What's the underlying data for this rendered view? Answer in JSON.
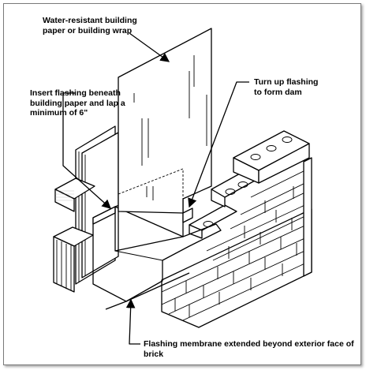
{
  "labels": {
    "wrap": "Water-resistant building\npaper or building wrap",
    "insert": "Insert flashing beneath\nbuilding paper and lap a\nminimum of 6\"",
    "turnup": "Turn up flashing\nto form dam",
    "membrane": "Flashing membrane extended beyond exterior face of brick"
  }
}
